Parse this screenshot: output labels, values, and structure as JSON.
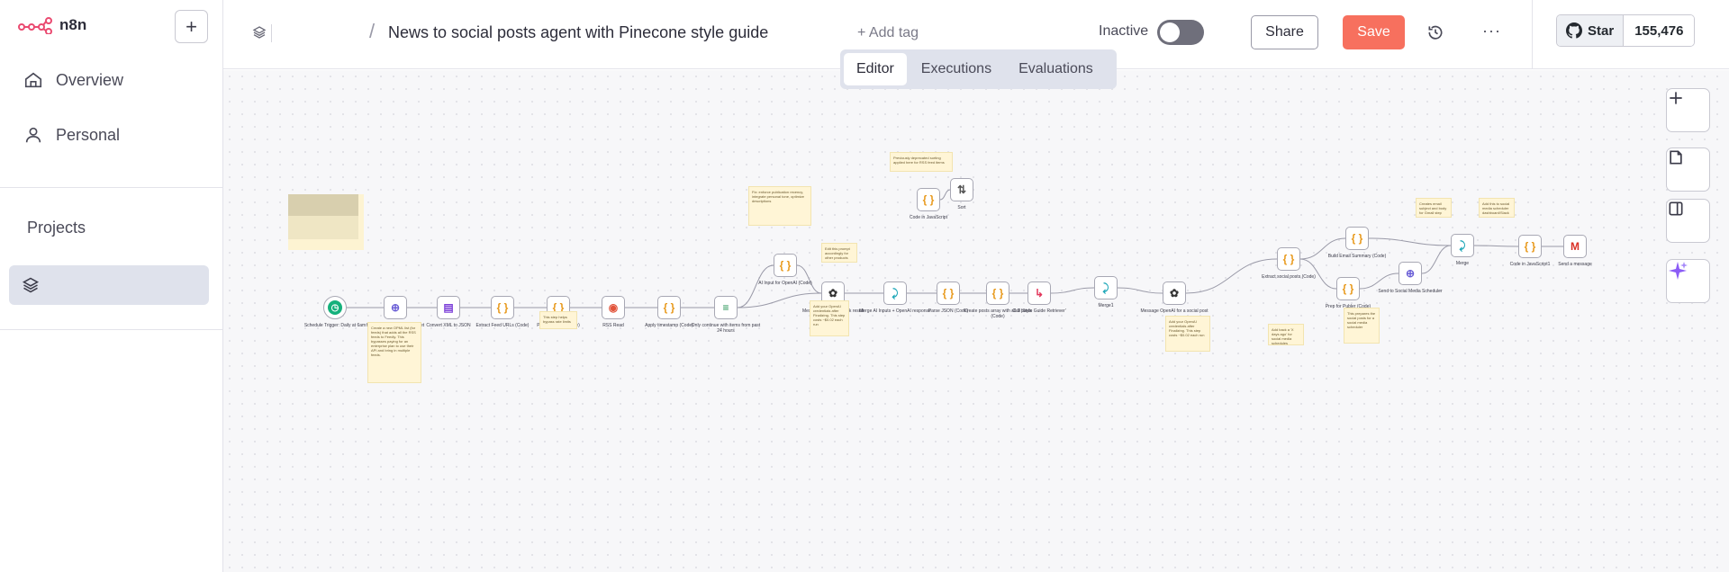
{
  "app": {
    "brand": "n8n"
  },
  "sidebar": {
    "add_label": "+",
    "items": [
      {
        "label": "Overview"
      },
      {
        "label": "Personal"
      }
    ],
    "projects_heading": "Projects"
  },
  "header": {
    "slash": "/",
    "workflow_title": "News to social posts agent with Pinecone style guide",
    "add_tag": "+ Add tag",
    "status": "Inactive",
    "share_label": "Share",
    "save_label": "Save",
    "more": "···",
    "github_star": "Star",
    "github_count": "155,476"
  },
  "tabs": [
    {
      "label": "Editor"
    },
    {
      "label": "Executions"
    },
    {
      "label": "Evaluations"
    }
  ],
  "canvas": {
    "nodes": [
      {
        "label": "Schedule Trigger: Daily at 6am",
        "icon": "clock"
      },
      {
        "label": "HTTP Request to Feedly Get",
        "icon": "globe"
      },
      {
        "label": "Convert XML to JSON",
        "icon": "file"
      },
      {
        "label": "Extract Feed URLs (Code)",
        "icon": "code"
      },
      {
        "label": "Parse HTTPS (Code)",
        "icon": "code"
      },
      {
        "label": "RSS Read",
        "icon": "rss"
      },
      {
        "label": "Apply timestamp (Code)",
        "icon": "code"
      },
      {
        "label": "Only continue with items from past 24 hours",
        "icon": "filter"
      },
      {
        "label": "AI Input for OpenAI (Code)",
        "icon": "code"
      },
      {
        "label": "Message OpenAI to pick result",
        "icon": "openai"
      },
      {
        "label": "Merge AI Inputs + OpenAI response",
        "icon": "merge"
      },
      {
        "label": "Parse JSON (Code)",
        "icon": "code"
      },
      {
        "label": "Create posts array with all 3 posts (Code)",
        "icon": "code"
      },
      {
        "label": "Call 'Style Guide Retriever'",
        "icon": "subflow"
      },
      {
        "label": "Merge1",
        "icon": "merge"
      },
      {
        "label": "Message OpenAI for a social post",
        "icon": "openai"
      },
      {
        "label": "Extract social posts (Code)",
        "icon": "code"
      },
      {
        "label": "Build Email Summary (Code)",
        "icon": "code"
      },
      {
        "label": "Prep for Publer (Code)",
        "icon": "code"
      },
      {
        "label": "Send to Social Media Scheduler",
        "icon": "globe"
      },
      {
        "label": "Merge",
        "icon": "merge"
      },
      {
        "label": "Code in JavaScript1",
        "icon": "code"
      },
      {
        "label": "Send a message",
        "icon": "gmail"
      },
      {
        "label": "Code in JavaScript",
        "icon": "code"
      },
      {
        "label": "Sort",
        "icon": "sort"
      }
    ],
    "notes": [
      {
        "text": "Create a new OPML list (for feeds) that adds all the RSS feeds to Feedly. This bypasses paying for an enterprise plan to use their API and bring in multiple feeds."
      },
      {
        "text": "This step helps bypass rate limits"
      },
      {
        "text": "Fix: enforce publication recency, integrate personal tone, optimize descriptions"
      },
      {
        "text": "Edit this prompt accordingly for other products"
      },
      {
        "text": "Add your OpenAI credentials after Finalizing. This step costs ~$0.02 each run"
      },
      {
        "text": "Previously deprecated sorting applied here for RSS feed items"
      },
      {
        "text": "Add your OpenAI credentials after Finalizing. This step costs ~$0.02 each run"
      },
      {
        "text": "Add back a 'X days ago' for social media schedules"
      },
      {
        "text": "This prepares the social posts for a social media scheduler"
      },
      {
        "text": "Creates email subject and body for Gmail step"
      },
      {
        "text": "Add this to social media scheduler dashboard/Slack"
      }
    ]
  }
}
